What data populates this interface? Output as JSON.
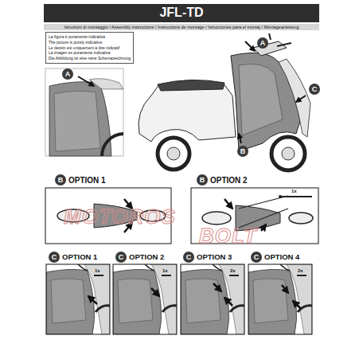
{
  "diagram": {
    "title": "JFL-TD",
    "nodes": [
      {
        "text": [
          "La figura è puramente indicativa",
          "The picture is purely indicative",
          "Le dessin est uniquement à titre indicatif",
          "La imagen es puramente indicativa",
          "Die Abbildung ist eine reine Schemazeichnung"
        ]
      },
      {
        "text": [
          "A"
        ]
      },
      {
        "text": [
          "A"
        ]
      },
      {
        "text": [
          "C"
        ]
      },
      {
        "text": [
          "B"
        ]
      },
      {
        "text": [
          "B"
        ]
      },
      {
        "text": [
          "B"
        ]
      },
      {
        "text": [
          "C"
        ]
      },
      {
        "text": [
          "C"
        ]
      },
      {
        "text": [
          "C"
        ]
      },
      {
        "text": [
          "C"
        ]
      }
    ],
    "edges": [],
    "labels": [
      "Istruzioni di montaggio / Assembly instructions / Instructions de montage / Istrucciones para el montaj / Montageanleitung",
      "OPTION 1",
      "OPTION 2",
      "1x",
      "OPTION 1",
      "1x",
      "OPTION 2",
      "1x",
      "OPTION 3",
      "2x",
      "OPTION 4",
      "2x",
      "MOTOROS",
      "BOLT"
    ]
  }
}
